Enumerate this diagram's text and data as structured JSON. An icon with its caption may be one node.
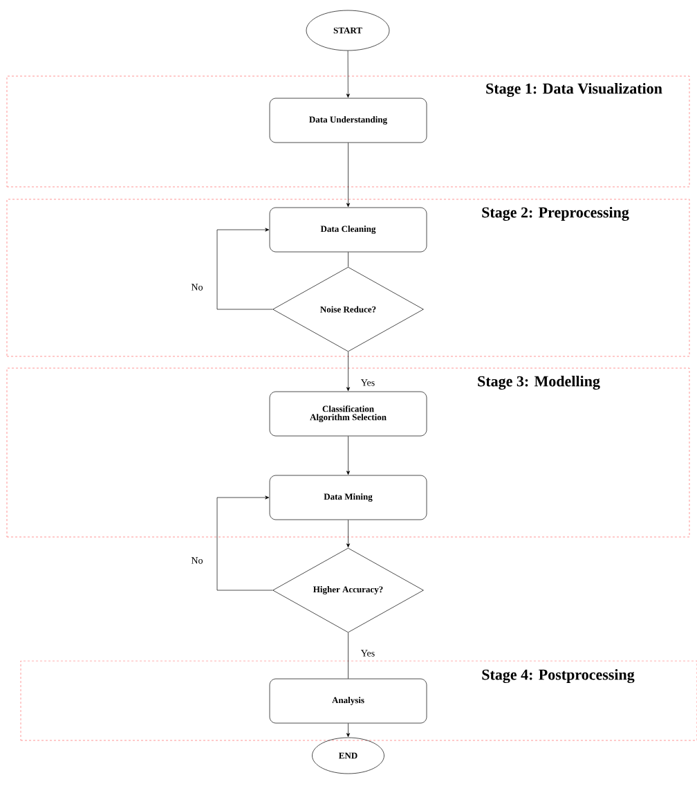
{
  "diagram": {
    "nodes": [
      {
        "text": [
          "START"
        ]
      },
      {
        "text": [
          "Stage 1: Data Visualization"
        ]
      },
      {
        "text": [
          "Data Understanding"
        ],
        "in": 1
      },
      {
        "text": [
          "Stage 2: Preprocessing"
        ]
      },
      {
        "text": [
          "Data Cleaning"
        ],
        "in": 3
      },
      {
        "text": [
          "Noise Reduce?"
        ],
        "in": 3
      },
      {
        "text": [
          "Stage 3: Modelling"
        ]
      },
      {
        "text": [
          "Classification Algorithm Selection"
        ],
        "in": 6
      },
      {
        "text": [
          "Data Mining"
        ],
        "in": 6
      },
      {
        "text": [
          "Higher Accuracy?"
        ]
      },
      {
        "text": [
          "Stage 4: Postprocessing"
        ]
      },
      {
        "text": [
          "Analysis"
        ],
        "in": 10
      },
      {
        "text": [
          "END"
        ]
      }
    ],
    "edges": [
      {
        "from": 0,
        "to": 2,
        "arrow": "to"
      },
      {
        "from": 2,
        "to": 4,
        "arrow": "to"
      },
      {
        "from": 4,
        "to": 5,
        "arrow": "none"
      },
      {
        "from": 5,
        "to": 4,
        "arrow": "to",
        "label": "No"
      },
      {
        "from": 5,
        "to": 7,
        "arrow": "to",
        "label": "Yes"
      },
      {
        "from": 7,
        "to": 8,
        "arrow": "to"
      },
      {
        "from": 8,
        "to": 9,
        "arrow": "to"
      },
      {
        "from": 9,
        "to": 8,
        "arrow": "to",
        "label": "No"
      },
      {
        "from": 9,
        "to": 11,
        "arrow": "none",
        "label": "Yes"
      },
      {
        "from": 11,
        "to": 12,
        "arrow": "to"
      }
    ]
  }
}
